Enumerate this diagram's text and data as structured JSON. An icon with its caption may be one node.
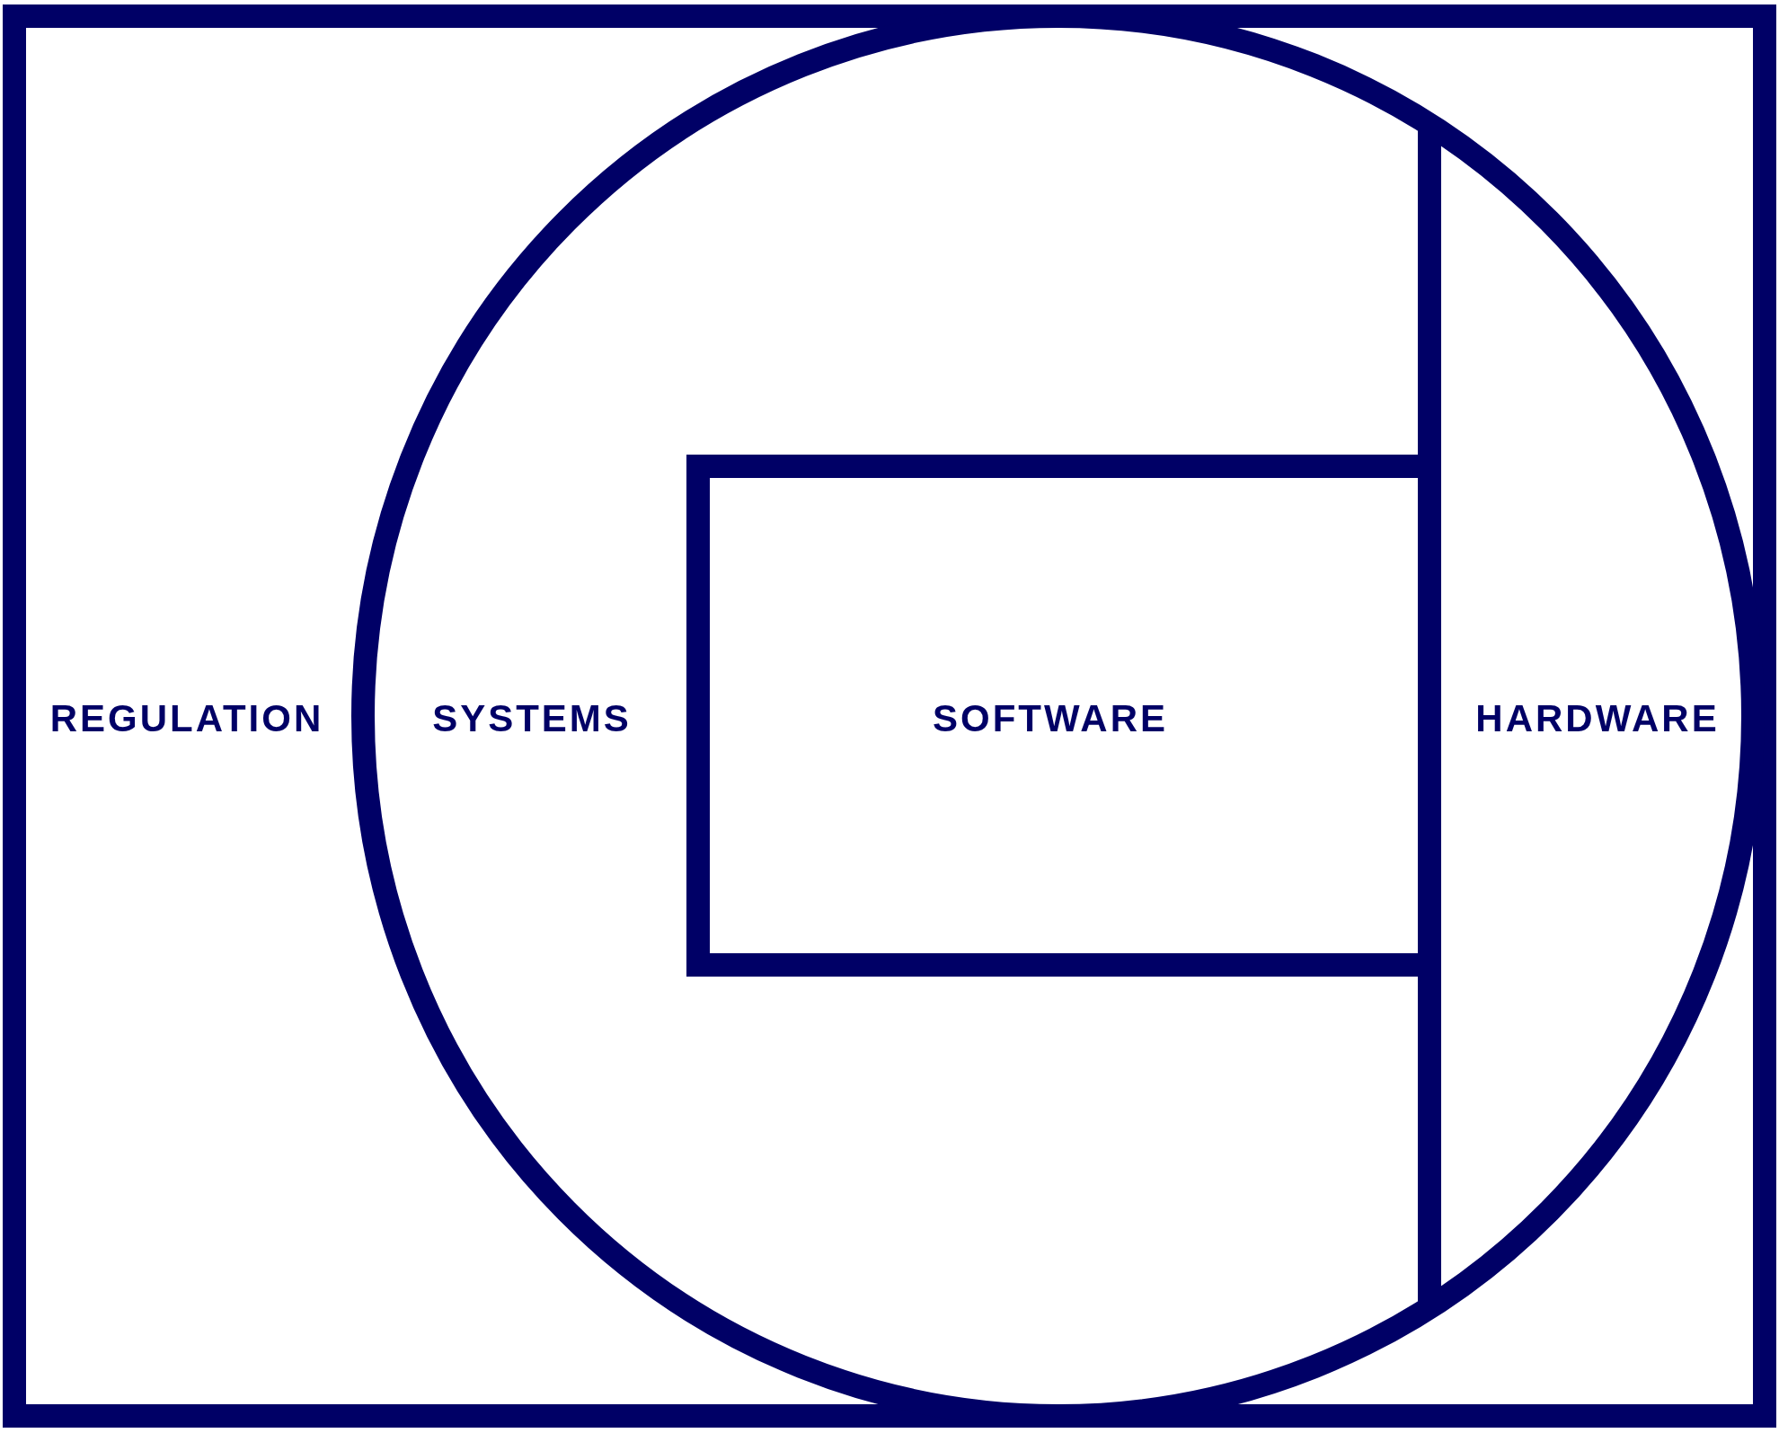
{
  "diagram": {
    "nodes": [
      {
        "text": [
          "REGULATION"
        ]
      },
      {
        "text": [
          "SYSTEMS"
        ],
        "in": 0
      },
      {
        "text": [
          "SOFTWARE"
        ],
        "in": 1
      },
      {
        "text": [
          "HARDWARE"
        ],
        "in": 1
      }
    ]
  }
}
